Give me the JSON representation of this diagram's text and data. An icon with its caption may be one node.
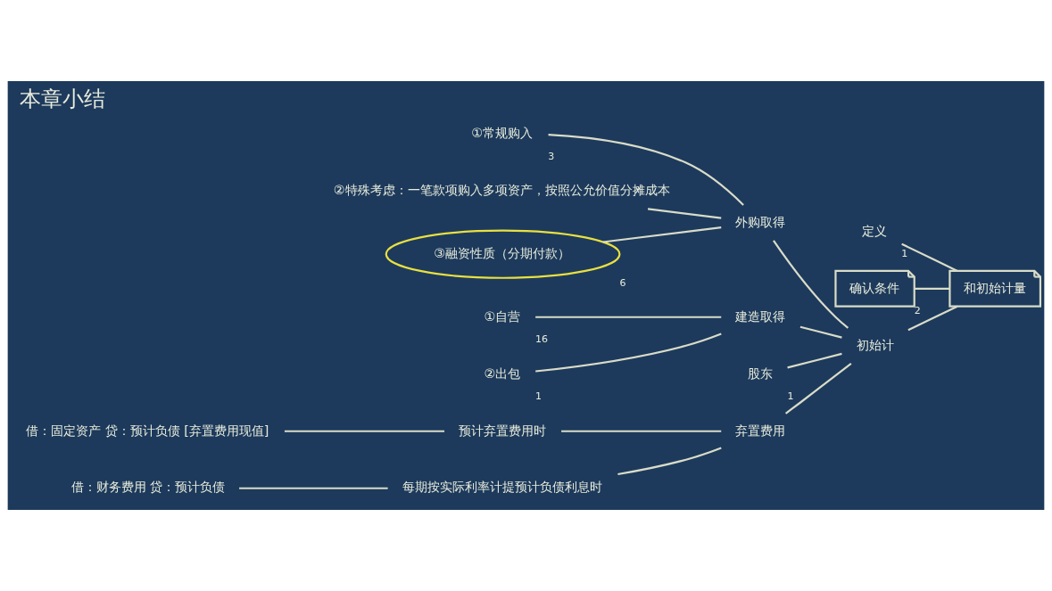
{
  "diagram": {
    "title": "本章小结",
    "nodes": [
      {
        "text": [
          "和初始计量"
        ]
      },
      {
        "text": [
          "定义"
        ],
        "beside": [
          "1"
        ]
      },
      {
        "text": [
          "确认条件"
        ],
        "beside": [
          "2"
        ]
      },
      {
        "text": [
          "初始计"
        ]
      },
      {
        "text": [
          "外购取得"
        ]
      },
      {
        "text": [
          "①常规购入"
        ],
        "beside": [
          "3"
        ]
      },
      {
        "text": [
          "②特殊考虑：一笔款项购入多项资产，按照公允价值分摊成本"
        ]
      },
      {
        "text": [
          "③融资性质（分期付款）"
        ],
        "beside": [
          "6"
        ]
      },
      {
        "text": [
          "建造取得"
        ]
      },
      {
        "text": [
          "①自营"
        ],
        "beside": [
          "16"
        ]
      },
      {
        "text": [
          "②出包"
        ],
        "beside": [
          "1"
        ]
      },
      {
        "text": [
          "股东"
        ],
        "beside": [
          "1"
        ]
      },
      {
        "text": [
          "弃置费用"
        ]
      },
      {
        "text": [
          "预计弃置费用时"
        ]
      },
      {
        "text": [
          "借：固定资产 贷：预计负债 [弃置费用现值]"
        ]
      },
      {
        "text": [
          "每期按实际利率计提预计负债利息时"
        ]
      },
      {
        "text": [
          "借：财务费用 贷：预计负债"
        ]
      }
    ],
    "edges": [
      {
        "from": 0,
        "to": 1,
        "arrow": "none"
      },
      {
        "from": 0,
        "to": 2,
        "arrow": "none"
      },
      {
        "from": 0,
        "to": 3,
        "arrow": "none"
      },
      {
        "from": 3,
        "to": 4,
        "arrow": "none"
      },
      {
        "from": 3,
        "to": 8,
        "arrow": "none"
      },
      {
        "from": 3,
        "to": 11,
        "arrow": "none"
      },
      {
        "from": 3,
        "to": 12,
        "arrow": "none"
      },
      {
        "from": 4,
        "to": 5,
        "arrow": "none"
      },
      {
        "from": 4,
        "to": 6,
        "arrow": "none"
      },
      {
        "from": 4,
        "to": 7,
        "arrow": "none"
      },
      {
        "from": 8,
        "to": 9,
        "arrow": "none"
      },
      {
        "from": 8,
        "to": 10,
        "arrow": "none"
      },
      {
        "from": 12,
        "to": 13,
        "arrow": "none"
      },
      {
        "from": 12,
        "to": 15,
        "arrow": "none"
      },
      {
        "from": 13,
        "to": 14,
        "arrow": "none"
      },
      {
        "from": 15,
        "to": 16,
        "arrow": "none"
      }
    ]
  }
}
